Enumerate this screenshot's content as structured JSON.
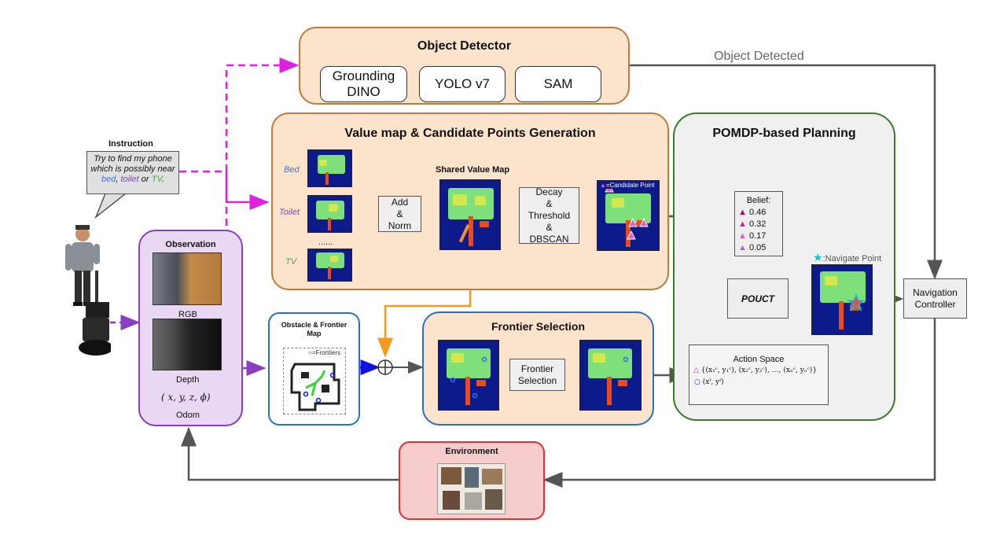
{
  "object_detector": {
    "title": "Object Detector",
    "models": [
      "Grounding DINO",
      "YOLO v7",
      "SAM"
    ],
    "detected_label": "Object Detected"
  },
  "value_map": {
    "title": "Value map & Candidate Points Generation",
    "inputs": [
      "Bed",
      "Toilet",
      "TV"
    ],
    "ellipsis": "......",
    "add_norm": "Add\n&\nNorm",
    "shared_title": "Shared Value Map",
    "decay": "Decay\n&\nThreshold\n&\nDBSCAN",
    "candidate_legend": "=Candidate Point"
  },
  "pomdp": {
    "title": "POMDP-based Planning",
    "belief_title": "Belief:",
    "beliefs": [
      "0.46",
      "0.32",
      "0.17",
      "0.05"
    ],
    "belief_colors": [
      "#c0006a",
      "#d81b8c",
      "#ee5fb4",
      "#a86bc8"
    ],
    "pouct": "POUCT",
    "navigate_legend": ":Navigate Point",
    "action_space_title": "Action Space",
    "action_candidates": "{(x₁ᶜ, y₁ᶜ), (x₂ᶜ, y₂ᶜ), …, (xₙᶜ, yₙᶜ)}",
    "action_frontier": "(xᶠ, yᶠ)"
  },
  "instruction": {
    "title": "Instruction",
    "text_before": "Try to find my phone which is possibly near ",
    "bed": "bed",
    "sep1": ",",
    "toilet": "toilet",
    "or": " or ",
    "tv": "TV",
    "end": "."
  },
  "observation": {
    "title": "Observation",
    "rgb": "RGB",
    "depth": "Depth",
    "pose": "( x, y, z, ϕ)",
    "odom": "Odom"
  },
  "obstacle": {
    "title": "Obstacle & Frontier Map",
    "legend": "=Frontiers"
  },
  "frontier": {
    "title": "Frontier Selection",
    "box": "Frontier\nSelection"
  },
  "environment": {
    "title": "Environment"
  },
  "navigation": {
    "label": "Navigation\nController"
  },
  "colors": {
    "orange_fill": "#fbe3cc",
    "orange_border": "#c07a3c",
    "green_border": "#3e7a2c",
    "gray_fill": "#f0f0f0",
    "purple_fill": "#e8d8f4",
    "purple_border": "#8a3fc0",
    "blue_border": "#2c6fc0",
    "red_fill": "#f6cccc",
    "red_border": "#e03030",
    "magenta": "#e020e0",
    "orange_arrow": "#f39a1c",
    "blue_arrow": "#1010e0"
  }
}
